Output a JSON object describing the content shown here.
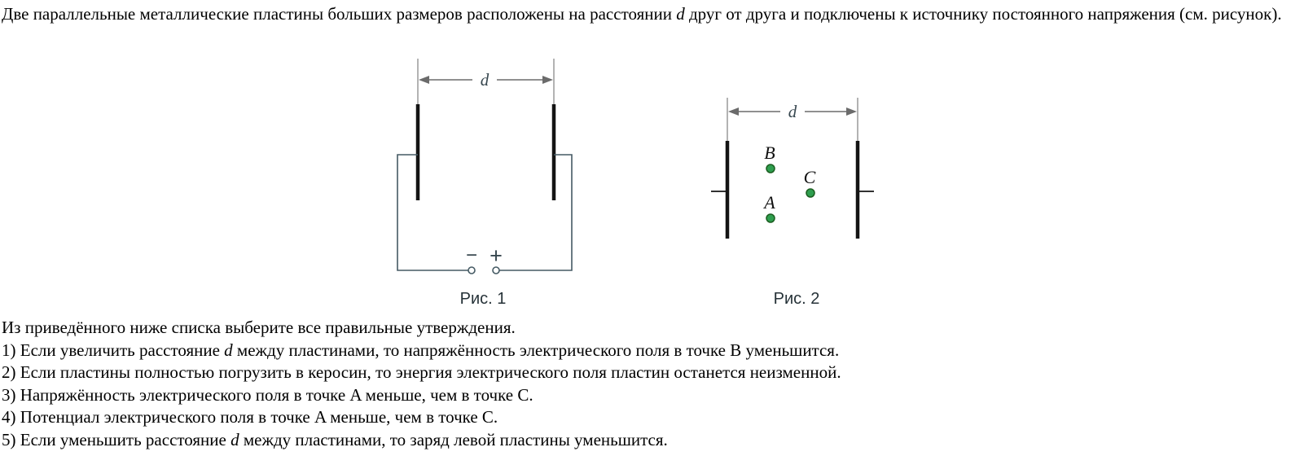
{
  "problem": {
    "intro": "Две параллельные металлические пластины больших размеров расположены на расстоянии d друг от друга и подключены к источнику постоянного напряжения (см. рисунок).",
    "question": "Из приведённого ниже списка выберите все правильные утверждения.",
    "statements": [
      "1) Если увеличить расстояние d между пластинами, то напряжённость электрического поля в точке B уменьшится.",
      "2) Если пластины полностью погрузить в керосин, то энергия электрического поля пластин останется неизменной.",
      "3) Напряжённость электрического поля в точке A меньше, чем в точке C.",
      "4) Потенциал электрического поля в точке A меньше, чем в точке C.",
      "5) Если уменьшить расстояние d между пластинами, то заряд левой пластины уменьшится."
    ]
  },
  "figure1": {
    "caption": "Рис. 1",
    "distance_label": "d",
    "minus_sign": "−",
    "plus_sign": "+"
  },
  "figure2": {
    "caption": "Рис. 2",
    "distance_label": "d",
    "points": [
      {
        "label": "B"
      },
      {
        "label": "A"
      },
      {
        "label": "C"
      }
    ]
  },
  "colors": {
    "point_fill": "#2f9e4f",
    "point_stroke": "#1b5e20",
    "caption_color": "#263238"
  }
}
